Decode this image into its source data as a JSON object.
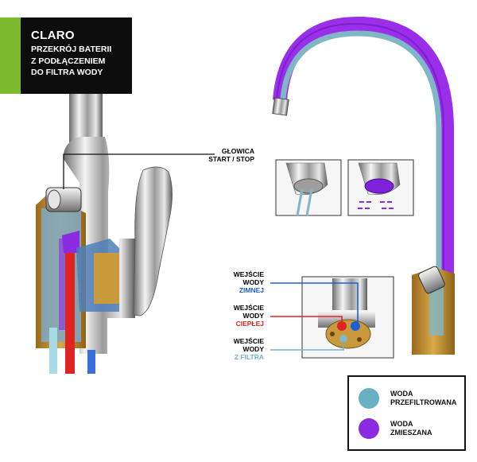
{
  "header": {
    "brand": "CLARO",
    "subtitle_lines": [
      "PRZEKRÓJ BATERII",
      "Z PODŁĄCZENIEM",
      "DO FILTRA WODY"
    ]
  },
  "callouts": {
    "head": [
      "GŁOWICA",
      "START / STOP"
    ],
    "cold": {
      "lines": [
        "WEJŚCIE",
        "WODY"
      ],
      "accent": "ZIMNEJ",
      "color": "#1f5fd6"
    },
    "hot": {
      "lines": [
        "WEJŚCIE",
        "WODY"
      ],
      "accent": "CIEPŁEJ",
      "color": "#e02424"
    },
    "filter": {
      "lines": [
        "WEJŚCIE",
        "WODY"
      ],
      "accent": "Z FILTRA",
      "color": "#6fb2c8"
    }
  },
  "legend": {
    "items": [
      {
        "label_lines": [
          "WODA",
          "PRZEFILTROWANA"
        ],
        "color": "#6ab0c3"
      },
      {
        "label_lines": [
          "WODA",
          "ZMIESZANA"
        ],
        "color": "#8a2be2"
      }
    ]
  },
  "colors": {
    "accent_green": "#7dbb2e",
    "filtered_water": "#6ab0c3",
    "mixed_water": "#8a2be2",
    "cold_water": "#1f5fd6",
    "hot_water": "#e02424",
    "brass": "#c99a3c"
  }
}
